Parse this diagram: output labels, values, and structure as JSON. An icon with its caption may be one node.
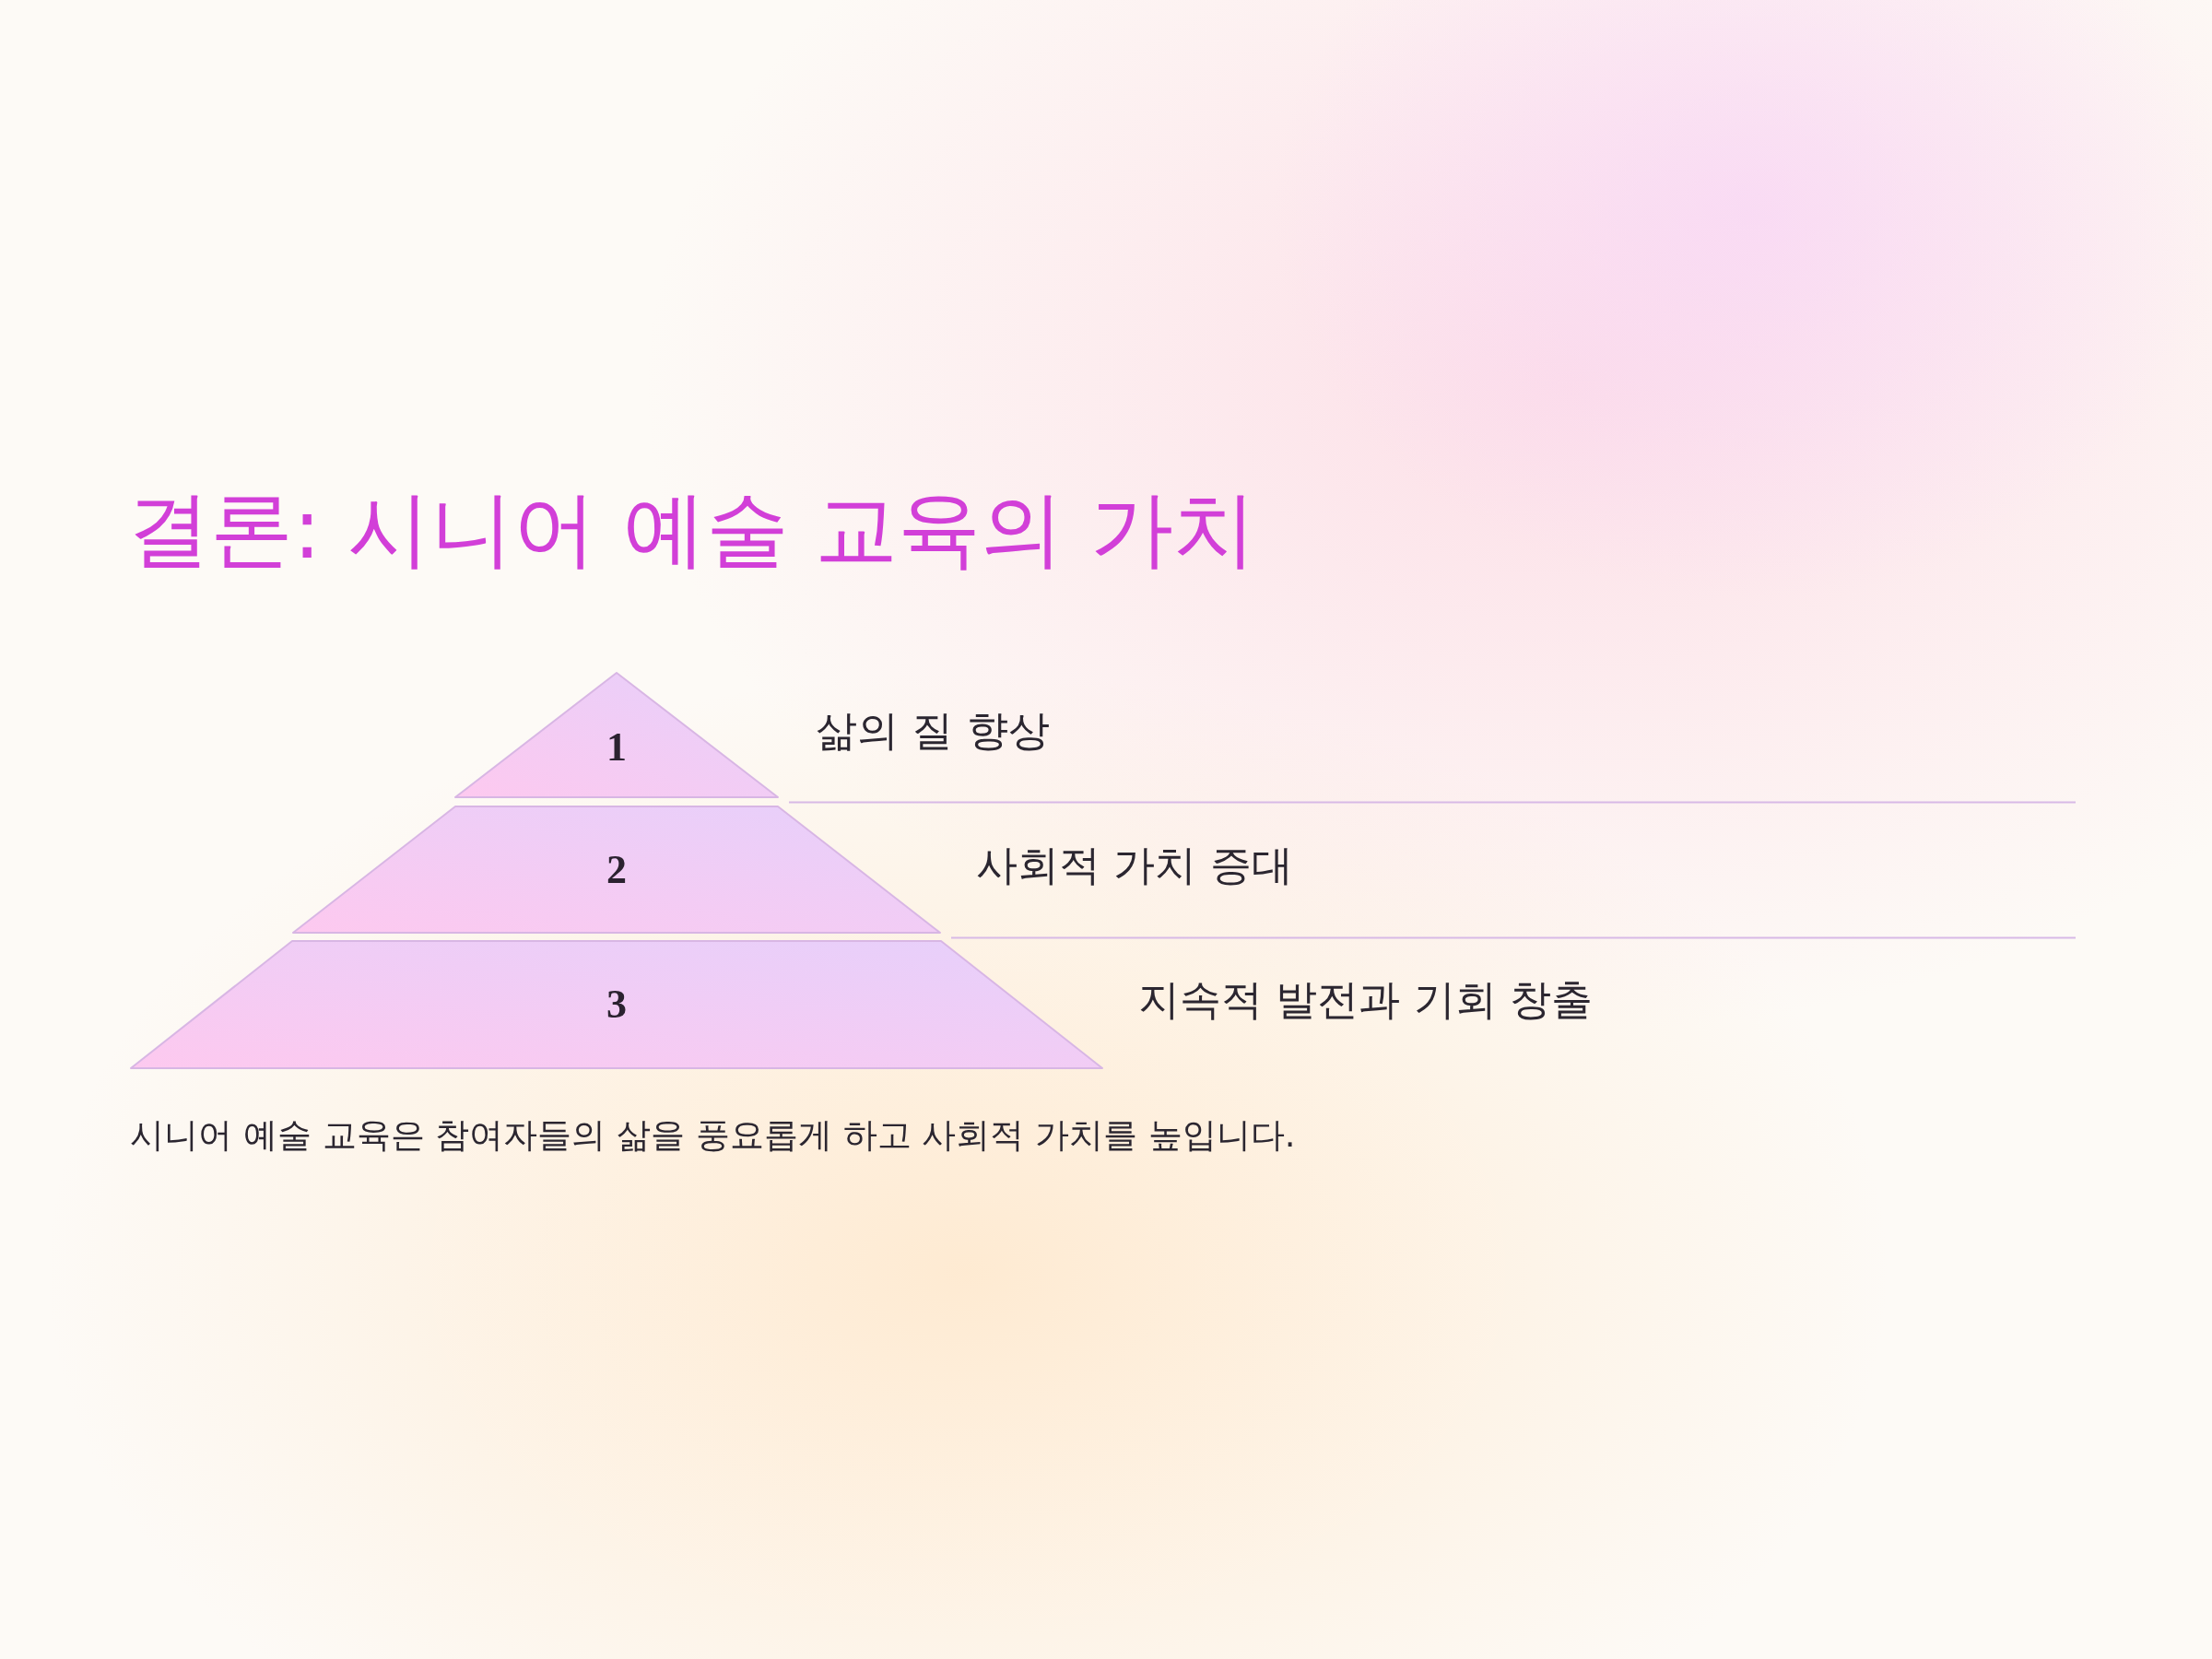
{
  "diagram": {
    "title": "결론: 시니어 예술 교육의 가치",
    "caption": "시니어 예술 교육은 참여자들의 삶을 풍요롭게 하고 사회적 가치를 높입니다.",
    "nodes": [
      {
        "text": [
          "1"
        ],
        "beside": [
          "삶의 질 향상"
        ]
      },
      {
        "text": [
          "2"
        ],
        "beside": [
          "사회적 가치 증대"
        ]
      },
      {
        "text": [
          "3"
        ],
        "beside": [
          "지속적 발전과 기회 창출"
        ]
      }
    ]
  }
}
